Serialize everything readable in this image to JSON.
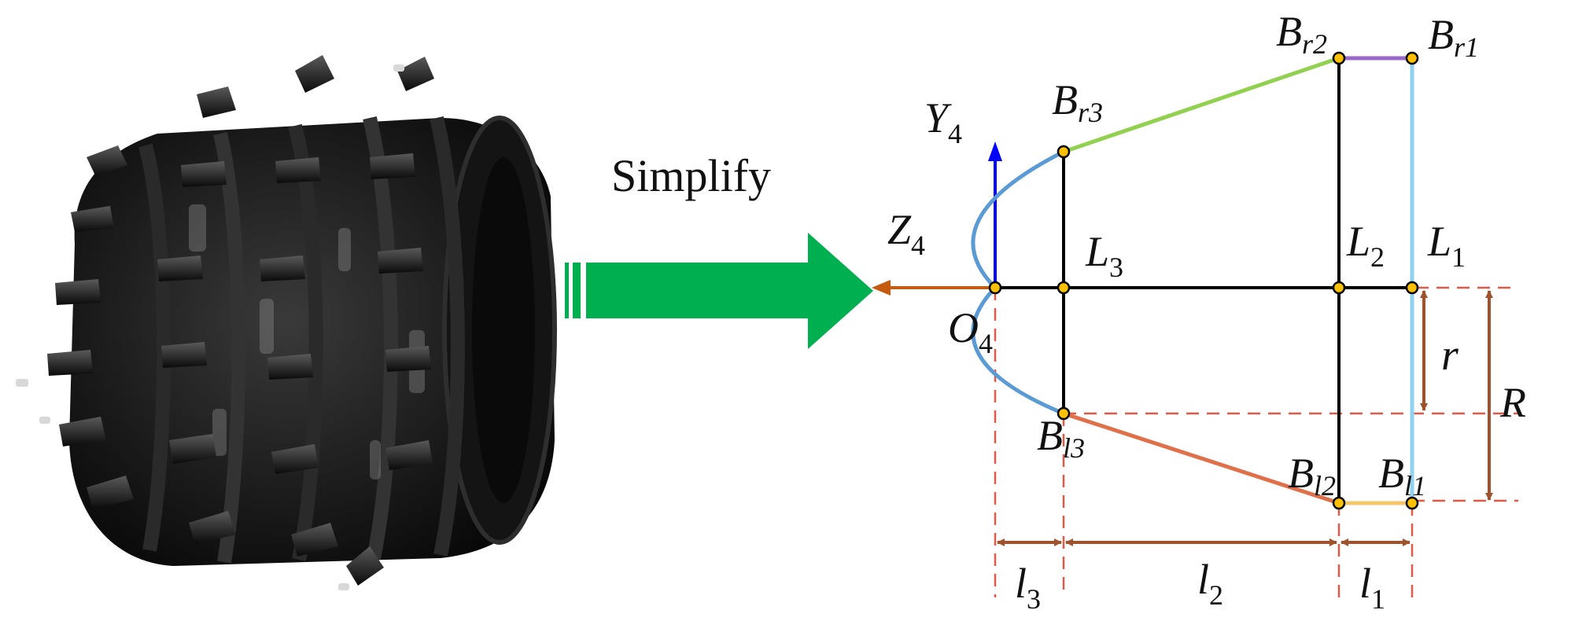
{
  "caption_left": "Simplify",
  "labels": {
    "y_axis": "Y",
    "y_axis_sub": "4",
    "z_axis": "Z",
    "z_axis_sub": "4",
    "origin": "O",
    "origin_sub": "4",
    "br3": "B",
    "br3_sub": "r3",
    "br2": "B",
    "br2_sub": "r2",
    "br1": "B",
    "br1_sub": "r1",
    "bl3": "B",
    "bl3_sub": "l3",
    "bl2": "B",
    "bl2_sub": "l2",
    "bl1": "B",
    "bl1_sub": "l1",
    "L3": "L",
    "L3_sub": "3",
    "L2": "L",
    "L2_sub": "2",
    "L1": "L",
    "L1_sub": "1",
    "r": "r",
    "R": "R",
    "l3": "l",
    "l3_sub": "3",
    "l2": "l",
    "l2_sub": "2",
    "l1": "l",
    "l1_sub": "1"
  },
  "colors": {
    "arrow_green": "#00b050",
    "axis_orange": "#c55a11",
    "axis_blue": "#0000ff",
    "dim_brown": "#a0522d",
    "dashed_red": "#e05a4a",
    "curve_blue": "#5b9bd5",
    "segment_green": "#92d050",
    "segment_purple": "#9966cc",
    "segment_lightblue": "#8fd1f0",
    "segment_orange": "#e0704a",
    "segment_yellow": "#f5c56e",
    "node_fill": "#ffc000"
  }
}
